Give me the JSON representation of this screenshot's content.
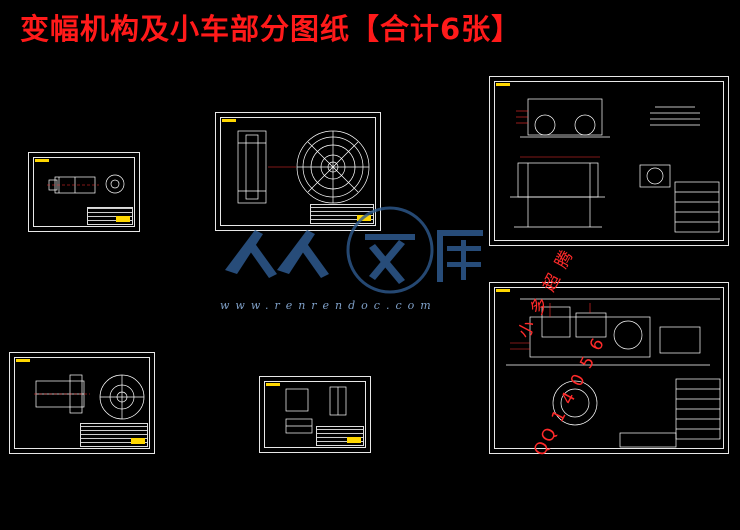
{
  "title": "变幅机构及小车部分图纸【合计6张】",
  "watermark": {
    "site_text": "www.renrendoc.com",
    "stamp_line1": "小 多 超 腾",
    "stamp_line2": "QQ 1 4 0 5 6"
  },
  "colors": {
    "title": "#ff1a1a",
    "drawing_lines": "#ffffff",
    "title_block_accent": "#ffd700",
    "watermark": "#7fa0c8",
    "stamp": "#ff2a2a"
  }
}
